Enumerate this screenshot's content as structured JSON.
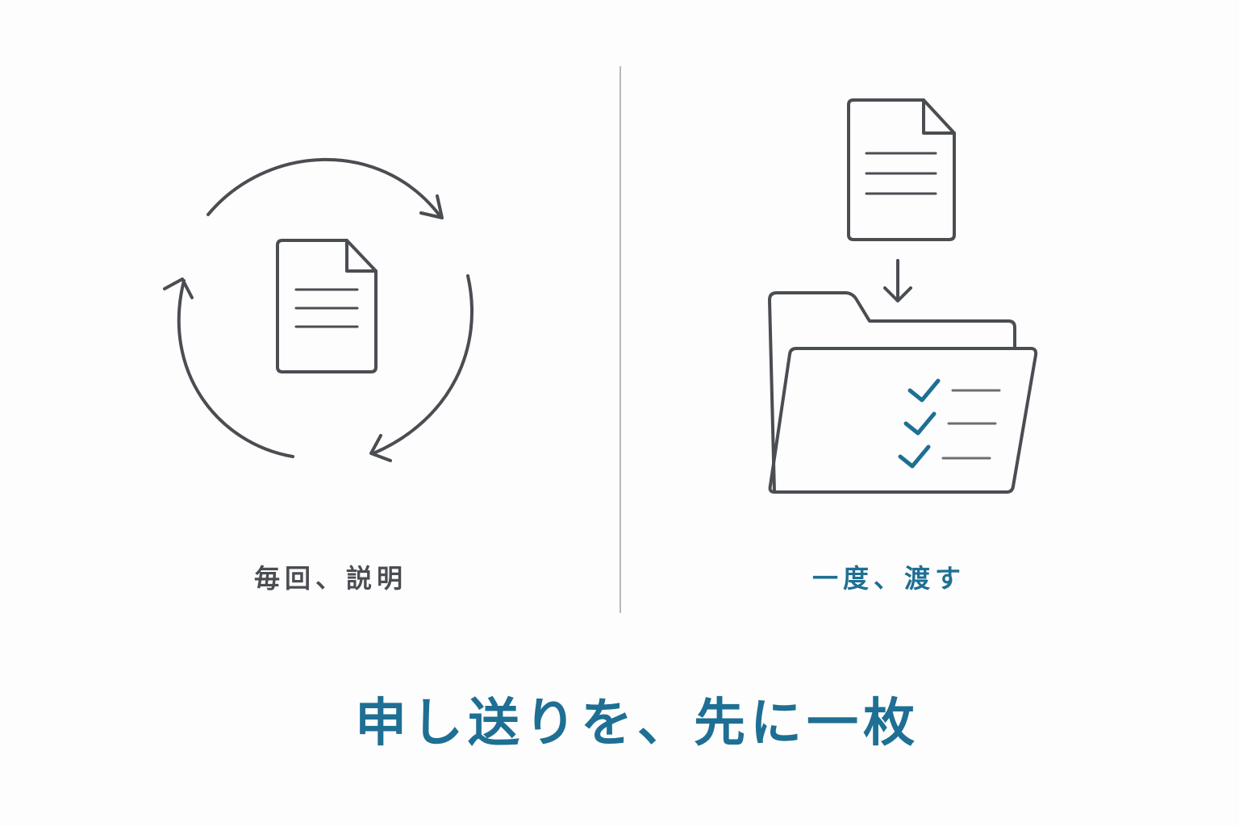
{
  "left_panel": {
    "caption": "毎回、説明",
    "icons": [
      "document-icon",
      "cycle-arrows-icon"
    ]
  },
  "right_panel": {
    "caption": "一度、渡す",
    "icons": [
      "document-icon",
      "arrow-down-icon",
      "folder-icon",
      "checklist-icon"
    ]
  },
  "headline": "申し送りを、先に一枚",
  "colors": {
    "accent": "#1e6f93",
    "stroke": "#4a4d52",
    "divider": "#b8b8b8",
    "background": "#fdfdfd"
  }
}
